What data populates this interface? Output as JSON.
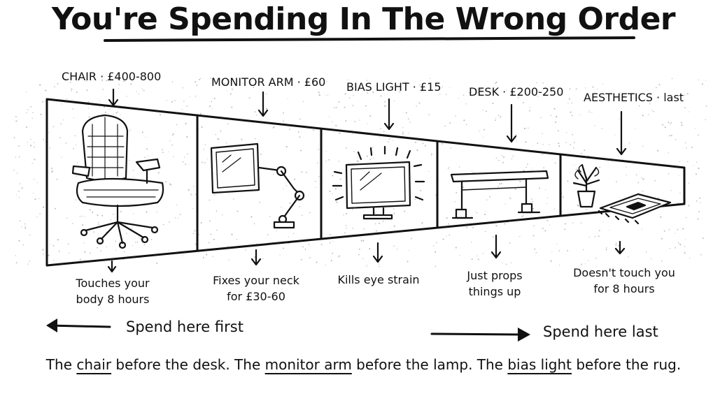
{
  "title": "You're Spending In The Wrong Order",
  "segments": [
    {
      "label": "CHAIR · £400-800",
      "caption_line1": "Touches your",
      "caption_line2": "body 8 hours",
      "icon": "office-chair-icon"
    },
    {
      "label": "MONITOR ARM · £60",
      "caption_line1": "Fixes your neck",
      "caption_line2": "for £30-60",
      "icon": "monitor-arm-icon"
    },
    {
      "label": "BIAS LIGHT · £15",
      "caption_line1": "Kills eye strain",
      "caption_line2": "",
      "icon": "bias-light-monitor-icon"
    },
    {
      "label": "DESK · £200-250",
      "caption_line1": "Just props",
      "caption_line2": "things up",
      "icon": "standing-desk-icon"
    },
    {
      "label": "AESTHETICS · last",
      "caption_line1": "Doesn't touch you",
      "caption_line2": "for 8 hours",
      "icon": "plant-and-rug-icon"
    }
  ],
  "spend_first": "Spend here first",
  "spend_last": "Spend here last",
  "footer": {
    "p1": "The ",
    "u1": "chair",
    "p2": " before the desk. The ",
    "u2": "monitor arm",
    "p3": " before the lamp. The ",
    "u3": "bias light",
    "p4": " before the rug."
  }
}
